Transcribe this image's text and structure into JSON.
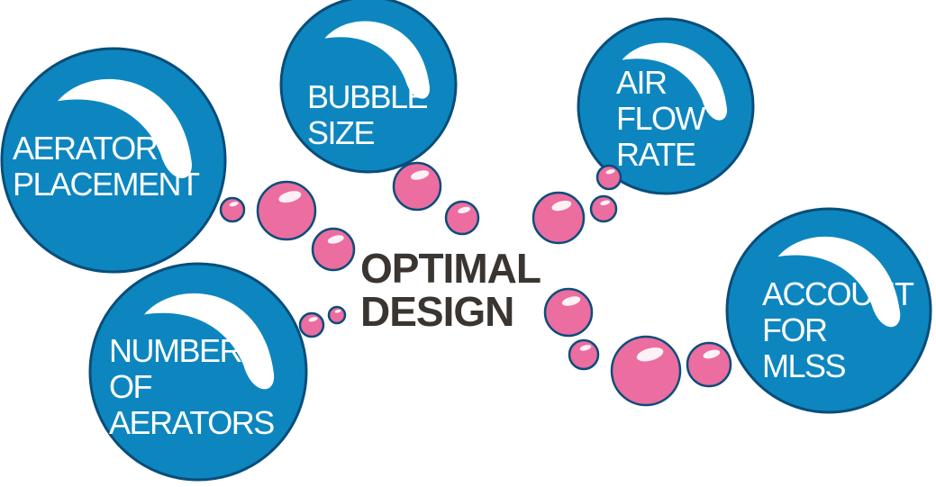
{
  "center": {
    "line1": "OPTIMAL",
    "line2": "DESIGN"
  },
  "factors": {
    "aerator_placement": {
      "lines": [
        "AERATOR",
        "PLACEMENT"
      ]
    },
    "bubble_size": {
      "lines": [
        "BUBBLE",
        "SIZE"
      ]
    },
    "air_flow_rate": {
      "lines": [
        "AIR",
        "FLOW",
        "RATE"
      ]
    },
    "account_for_mlss": {
      "lines": [
        "ACCOUNT",
        "FOR",
        "MLSS"
      ]
    },
    "number_of_aerators": {
      "lines": [
        "NUMBER",
        "OF",
        "AERATORS"
      ]
    }
  },
  "colors": {
    "big_bubble_fill": "#0d86bf",
    "big_bubble_stroke": "#0a4d7a",
    "small_bubble_fill": "#ec6d9f",
    "small_bubble_stroke": "#0a4d7a",
    "center_text": "#3a3531",
    "label_text": "#ffffff"
  }
}
